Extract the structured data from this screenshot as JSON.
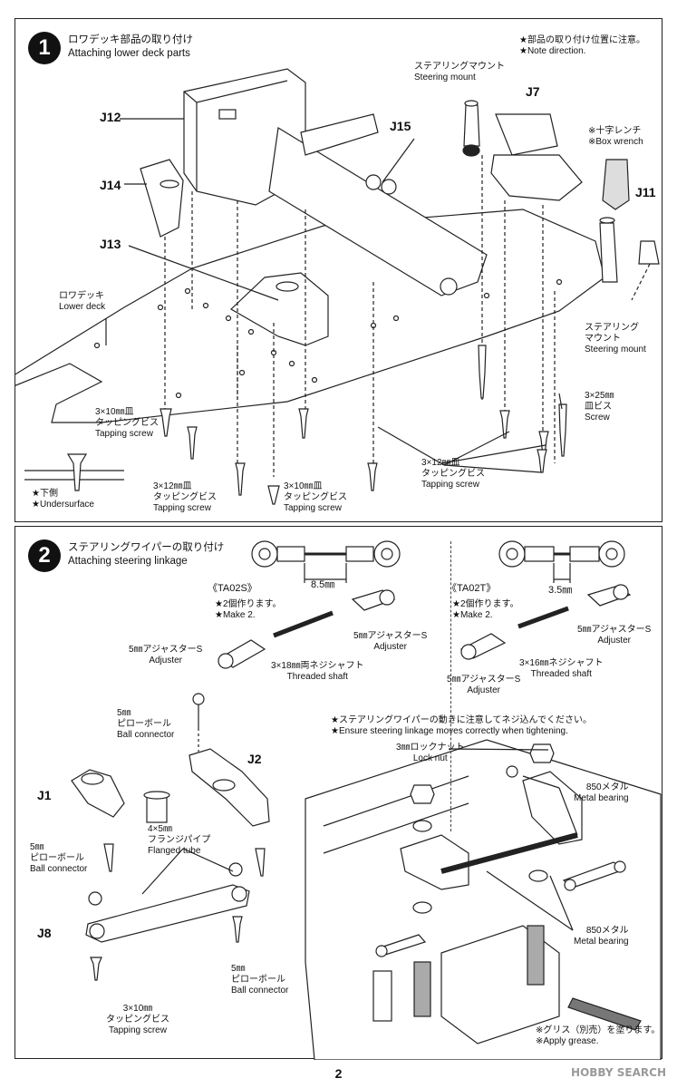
{
  "step1": {
    "number": "1",
    "title_jp": "ロワデッキ部品の取り付け",
    "title_en": "Attaching lower deck parts",
    "note_jp": "★部品の取り付け位置に注意。",
    "note_en": "★Note direction.",
    "parts": {
      "j12": "J12",
      "j14": "J14",
      "j13": "J13",
      "j15": "J15",
      "j7": "J7",
      "j11": "J11"
    },
    "steering_mount_top_jp": "ステアリングマウント",
    "steering_mount_top_en": "Steering mount",
    "box_wrench_jp": "※十字レンチ",
    "box_wrench_en": "※Box wrench",
    "lower_deck_jp": "ロワデッキ",
    "lower_deck_en": "Lower deck",
    "steering_mount_side_jp1": "ステアリング",
    "steering_mount_side_jp2": "マウント",
    "steering_mount_side_en": "Steering mount",
    "screw25_size": "3×25㎜",
    "screw25_jp": "皿ビス",
    "screw25_en": "Screw",
    "tap10_left_size": "3×10㎜皿",
    "tap10_left_jp": "タッピングビス",
    "tap10_left_en": "Tapping screw",
    "undersurface_jp": "★下側",
    "undersurface_en": "★Undersurface",
    "tap12_left_size": "3×12㎜皿",
    "tap12_left_jp": "タッピングビス",
    "tap12_left_en": "Tapping screw",
    "tap10_mid_size": "3×10㎜皿",
    "tap10_mid_jp": "タッピングビス",
    "tap10_mid_en": "Tapping screw",
    "tap12_right_size": "3×12㎜皿",
    "tap12_right_jp": "タッピングビス",
    "tap12_right_en": "Tapping screw"
  },
  "step2": {
    "number": "2",
    "title_jp": "ステアリングワイパーの取り付け",
    "title_en": "Attaching steering linkage",
    "ta02s": {
      "dim": "8.5㎜",
      "model": "《TA02S》",
      "make_jp": "★2個作ります。",
      "make_en": "★Make 2.",
      "adj_right_jp": "5㎜アジャスターS",
      "adj_right_en": "Adjuster",
      "adj_left_jp": "5㎜アジャスターS",
      "adj_left_en": "Adjuster",
      "shaft_jp": "3×18㎜両ネジシャフト",
      "shaft_en": "Threaded shaft"
    },
    "ta02t": {
      "dim": "3.5㎜",
      "model": "《TA02T》",
      "make_jp": "★2個作ります。",
      "make_en": "★Make 2.",
      "adj_right_jp": "5㎜アジャスターS",
      "adj_right_en": "Adjuster",
      "shaft_jp": "3×16㎜ネジシャフト",
      "shaft_en": "Threaded shaft",
      "adj_left_jp": "5㎜アジャスターS",
      "adj_left_en": "Adjuster"
    },
    "ball_top_size": "5㎜",
    "ball_top_jp": "ピローボール",
    "ball_top_en": "Ball connector",
    "part_j2": "J2",
    "part_j1": "J1",
    "part_j8": "J8",
    "flanged_size": "4×5㎜",
    "flanged_jp": "フランジパイプ",
    "flanged_en": "Flanged tube",
    "ball_left_size": "5㎜",
    "ball_left_jp": "ピローボール",
    "ball_left_en": "Ball connector",
    "ball_bottom_size": "5㎜",
    "ball_bottom_jp": "ピローボール",
    "ball_bottom_en": "Ball connector",
    "tap_size": "3×10㎜",
    "tap_jp": "タッピングビス",
    "tap_en": "Tapping screw",
    "ensure_jp": "★ステアリングワイパーの動きに注意してネジ込んでください。",
    "ensure_en": "★Ensure steering linkage moves correctly when tightening.",
    "locknut_jp": "3㎜ロックナット",
    "locknut_en": "Lock nut",
    "bearing_top_jp": "850メタル",
    "bearing_top_en": "Metal bearing",
    "bearing_bottom_jp": "850メタル",
    "bearing_bottom_en": "Metal bearing",
    "grease_jp": "※グリス（別売）を塗ります。",
    "grease_en": "※Apply grease."
  },
  "page_number": "2",
  "watermark": "HOBBY SEARCH"
}
